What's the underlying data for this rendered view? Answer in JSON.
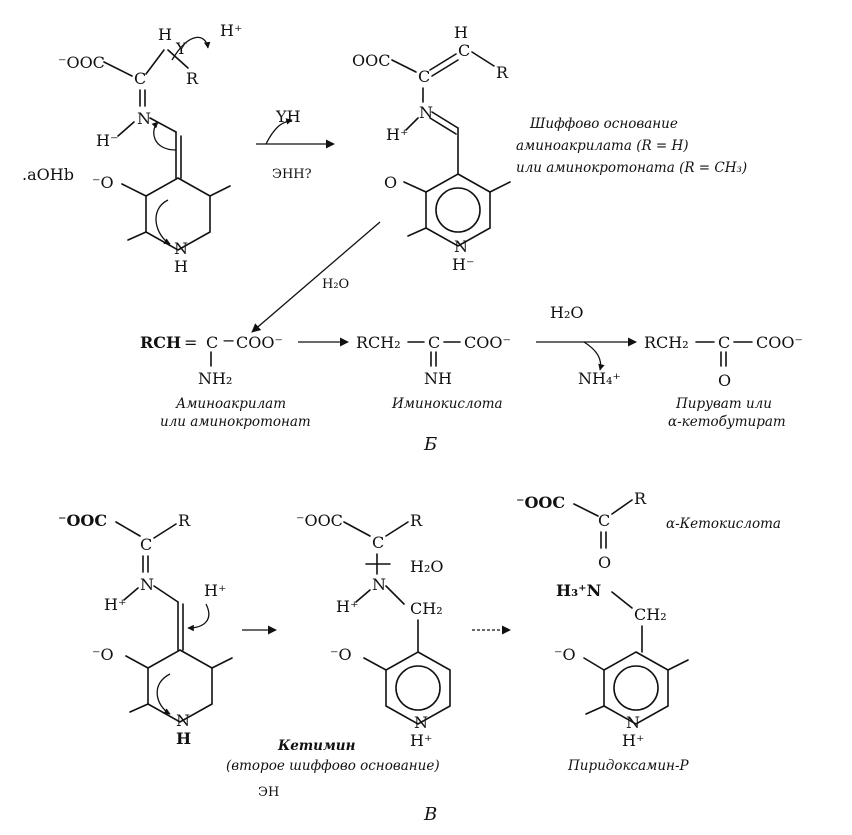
{
  "panel_a": {
    "lbl_ooc": "⁻OOC",
    "lbl_c": "C",
    "lbl_h": "H",
    "lbl_y": "Y",
    "lbl_r": "R",
    "lbl_hplus": "H⁺",
    "lbl_n": "N",
    "lbl_h_n": "H⁻",
    "lbl_o": "⁻O",
    "lbl_nh": "N",
    "lbl_h_bottom": "H",
    "lbl_left_margin": ".aOHb",
    "reagent_top": "YH",
    "reagent_bottom": "ЭНН?",
    "prod_ooc": "OOC",
    "prod_c": "C",
    "prod_h": "H",
    "prod_c2": "C",
    "prod_r": "R",
    "prod_h_n": "H⁺",
    "prod_n": "N",
    "prod_o": "O",
    "prod_nh": "N",
    "prod_h_bottom": "H⁻",
    "caption_line1": "Шиффово основание",
    "caption_line2": "аминоакрилата (R = H)",
    "caption_line3": "или аминокротоната (R = CH₃)"
  },
  "panel_b": {
    "water_diag": "H₂O",
    "rch": "RCH",
    "eq": "=",
    "c1": "C",
    "minus1": "−",
    "coo1": "COO⁻",
    "nh2": "NH₂",
    "rch2_a": "RCH₂",
    "c2": "C",
    "coo2": "COO⁻",
    "nh": "NH",
    "water": "H₂O",
    "nh4": "NH₄⁺",
    "rch2_b": "RCH₂",
    "c3": "C",
    "coo3": "COO⁻",
    "o": "O",
    "cap1_l1": "Аминоакрилат",
    "cap1_l2": "или аминокротонат",
    "cap2": "Иминокислота",
    "cap3_l1": "Пируват или",
    "cap3_l2": "α-кетобутират",
    "label": "Б"
  },
  "panel_c": {
    "s1_ooc": "⁻OOC",
    "s1_c": "C",
    "s1_r": "R",
    "s1_n": "N",
    "s1_hn": "H⁺",
    "s1_hplus": "H⁺",
    "s1_o": "⁻O",
    "s1_nh": "N",
    "s1_h": "H",
    "s2_ooc": "⁻OOC",
    "s2_c": "C",
    "s2_r": "R",
    "s2_water": "H₂O",
    "s2_n": "N",
    "s2_hn": "H⁺",
    "s2_ch2": "CH₂",
    "s2_o": "⁻O",
    "s2_nh": "N",
    "s2_hplus": "H⁺",
    "s2_cap_l1": "Кетимин",
    "s2_cap_l2": "(второе шиффово основание)",
    "s2_cap_l3": "ЭН",
    "s3_ooc": "⁻OOC",
    "s3_c": "C",
    "s3_r": "R",
    "s3_o": "O",
    "s3_keto": "α-Кетокислота",
    "s3_h3n": "H₃⁺N",
    "s3_ch2": "CH₂",
    "s3_oo": "⁻O",
    "s3_nh": "N",
    "s3_hplus": "H⁺",
    "s3_cap": "Пиридоксамин-Р",
    "label": "В"
  }
}
